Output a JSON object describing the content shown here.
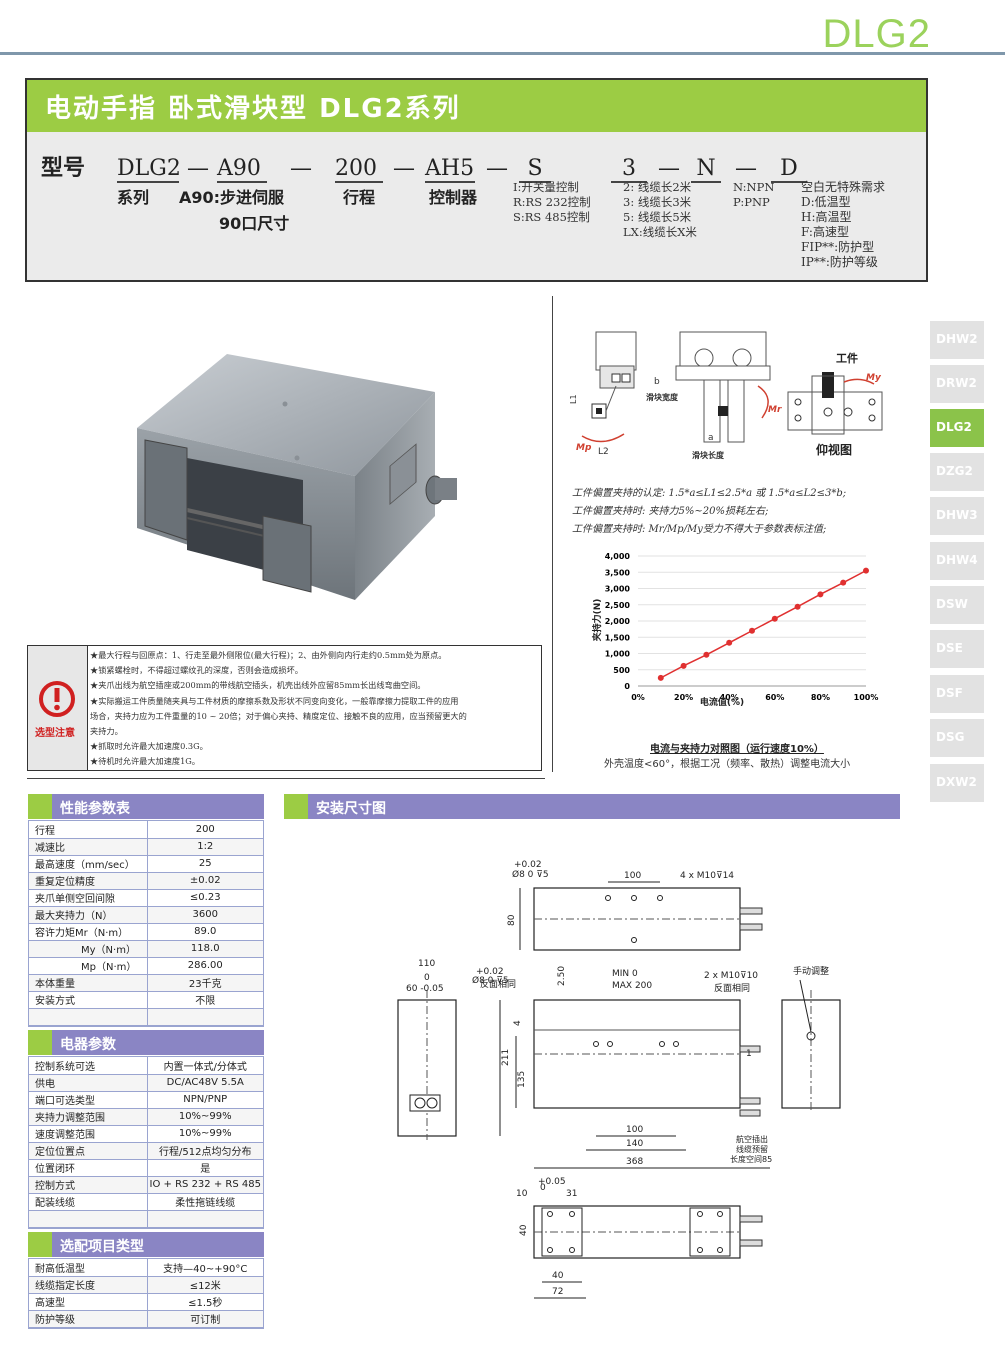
{
  "brand": "DLG2",
  "title": "电动手指  卧式滑块型  DLG2系列",
  "model": {
    "prefix": "型号",
    "codes": [
      "DLG2",
      "A90",
      "200",
      "AH5",
      "S",
      "3",
      "N",
      "D"
    ],
    "sep": "—",
    "labels": {
      "series": "系列",
      "motor": "A90:步进伺服",
      "motor2": "90口尺寸",
      "stroke": "行程",
      "controller": "控制器"
    },
    "control_opts": [
      "I:开关量控制",
      "R:RS 232控制",
      "S:RS 485控制"
    ],
    "cable_opts": [
      "2: 线缆长2米",
      "3: 线缆长3米",
      "5: 线缆长5米",
      "LX:线缆长X米"
    ],
    "io_opts": [
      "N:NPN",
      "P:PNP"
    ],
    "special_opts": [
      "空白无特殊需求",
      "D:低温型",
      "H:高温型",
      "F:高速型",
      "FIP**:防护型",
      "IP**:防护等级"
    ]
  },
  "side_tabs": [
    "DHW2",
    "DRW2",
    "DLG2",
    "DZG2",
    "DHW3",
    "DHW4",
    "DSW",
    "DSE",
    "DSF",
    "DSG",
    "DXW2"
  ],
  "active_tab": "DLG2",
  "offset_diagram": {
    "labels": {
      "b": "b",
      "slide_width": "滑块宽度",
      "l1": "L1",
      "l2": "L2",
      "a": "a",
      "slide_len": "滑块长度",
      "mp": "Mp",
      "mr": "Mr",
      "my": "My",
      "workpiece": "工件",
      "bottom_view": "仰视图"
    },
    "notes": [
      "工件偏置夹持的认定: 1.5*a≤L1≤2.5*a 或 1.5*a≤L2≤3*b;",
      "工件偏置夹持时: 夹持力5%~20%损耗左右;",
      "工件偏置夹持时: Mr/Mp/My受力不得大于参数表标注值;"
    ]
  },
  "chart_data": {
    "type": "line",
    "x": [
      "10%",
      "20%",
      "30%",
      "40%",
      "50%",
      "60%",
      "70%",
      "80%",
      "90%",
      "100%"
    ],
    "xvals": [
      10,
      20,
      30,
      40,
      50,
      60,
      70,
      80,
      90,
      100
    ],
    "series": [
      {
        "values": [
          250,
          620,
          960,
          1330,
          1700,
          2070,
          2440,
          2820,
          3180,
          3550
        ]
      }
    ],
    "xlabel": "电流值(%)",
    "ylabel": "夹持力(N)",
    "xticks": [
      "0%",
      "20%",
      "40%",
      "60%",
      "80%",
      "100%"
    ],
    "yticks": [
      "0",
      "500",
      "1,000",
      "1,500",
      "2,000",
      "2,500",
      "3,000",
      "3,500",
      "4,000"
    ],
    "xlim": [
      0,
      100
    ],
    "ylim": [
      0,
      4000
    ],
    "grid": true,
    "line_color": "#e03030",
    "caption": "电流与夹持力对照图（运行速度10%）",
    "subcaption": "外壳温度<60°，根据工况（频率、散热）调整电流大小"
  },
  "notice": {
    "label": "选型注意",
    "icon": "warning-icon",
    "lines": [
      "★最大行程与回原点：1、行走至最外侧限位(最大行程)；2、由外侧向内行走约0.5mm处为原点。",
      "★锁紧螺栓时，不得超过螺纹孔的深度，否则会造成损坏。",
      "★夹爪出线为航空插座或200mm的带线航空插头，机壳出线外应留85mm长出线弯曲空间。",
      "★实际搬运工件质量随夹具与工件材质的摩擦系数及形状不同变向变化，一般靠摩擦力提取工件的应用",
      "场合，夹持力应为工件重量的10 ~ 20倍；对于偏心夹持、精度定位、接触不良的应用，应当预留更大的",
      "夹持力。",
      "★抓取时允许最大加速度0.3G。",
      "★待机时允许最大加速度1G。"
    ]
  },
  "perf": {
    "title": "性能参数表",
    "rows": [
      [
        "行程",
        "200"
      ],
      [
        "减速比",
        "1:2"
      ],
      [
        "最高速度（mm/sec）",
        "25"
      ],
      [
        "重复定位精度",
        "±0.02"
      ],
      [
        "夹爪单侧空回间隙",
        "≤0.23"
      ],
      [
        "最大夹持力（N）",
        "3600"
      ],
      [
        "容许力矩Mr（N·m）",
        "89.0"
      ],
      [
        "My（N·m）",
        "118.0"
      ],
      [
        "Mp（N·m）",
        "286.00"
      ],
      [
        "本体重量",
        "23千克"
      ],
      [
        "安装方式",
        "不限"
      ],
      [
        "",
        ""
      ]
    ]
  },
  "elec": {
    "title": "电器参数",
    "rows": [
      [
        "控制系统可选",
        "内置一体式/分体式"
      ],
      [
        "供电",
        "DC/AC48V  5.5A"
      ],
      [
        "端口可选类型",
        "NPN/PNP"
      ],
      [
        "夹持力调整范围",
        "10%~99%"
      ],
      [
        "速度调整范围",
        "10%~99%"
      ],
      [
        "定位位置点",
        "行程/512点均匀分布"
      ],
      [
        "位置闭环",
        "是"
      ],
      [
        "控制方式",
        "IO + RS 232 + RS 485"
      ],
      [
        "配装线缆",
        "柔性拖链线缆"
      ],
      [
        "",
        ""
      ]
    ]
  },
  "options": {
    "title": "选配项目类型",
    "rows": [
      [
        "耐高低温型",
        "支持—40~+90°C"
      ],
      [
        "线缆指定长度",
        "≤12米"
      ],
      [
        "高速型",
        "≤1.5秒"
      ],
      [
        "防护等级",
        "可订制"
      ]
    ]
  },
  "install": {
    "title": "安装尺寸图",
    "labels": {
      "d1": "Ø8  0   ⊽5",
      "d1_tol": "+0.02",
      "d100a": "100",
      "m10a": "4 x M10⊽14",
      "d80": "80",
      "d110": "110",
      "d110b": "0",
      "d60": "60 -0.05",
      "d2": "Ø8  0   ⊽5",
      "d2_tol": "+0.02",
      "same1": "反面相同",
      "d250": "2.50",
      "min": "MIN  0",
      "max": "MAX 200",
      "m10b": "2 x M10⊽10",
      "same2": "反面相同",
      "manual": "手动调整",
      "d4": "4",
      "d211": "211",
      "d135": "135",
      "d1r": "1",
      "d100b": "100",
      "d140": "140",
      "d368": "368",
      "cable1": "航空插出",
      "cable2": "线缆预留",
      "cable3": "长度空间85",
      "d10": "10",
      "d0": "0",
      "d31": "31",
      "d005": "+0.05",
      "d40a": "40",
      "d40b": "40",
      "d72": "72"
    }
  }
}
